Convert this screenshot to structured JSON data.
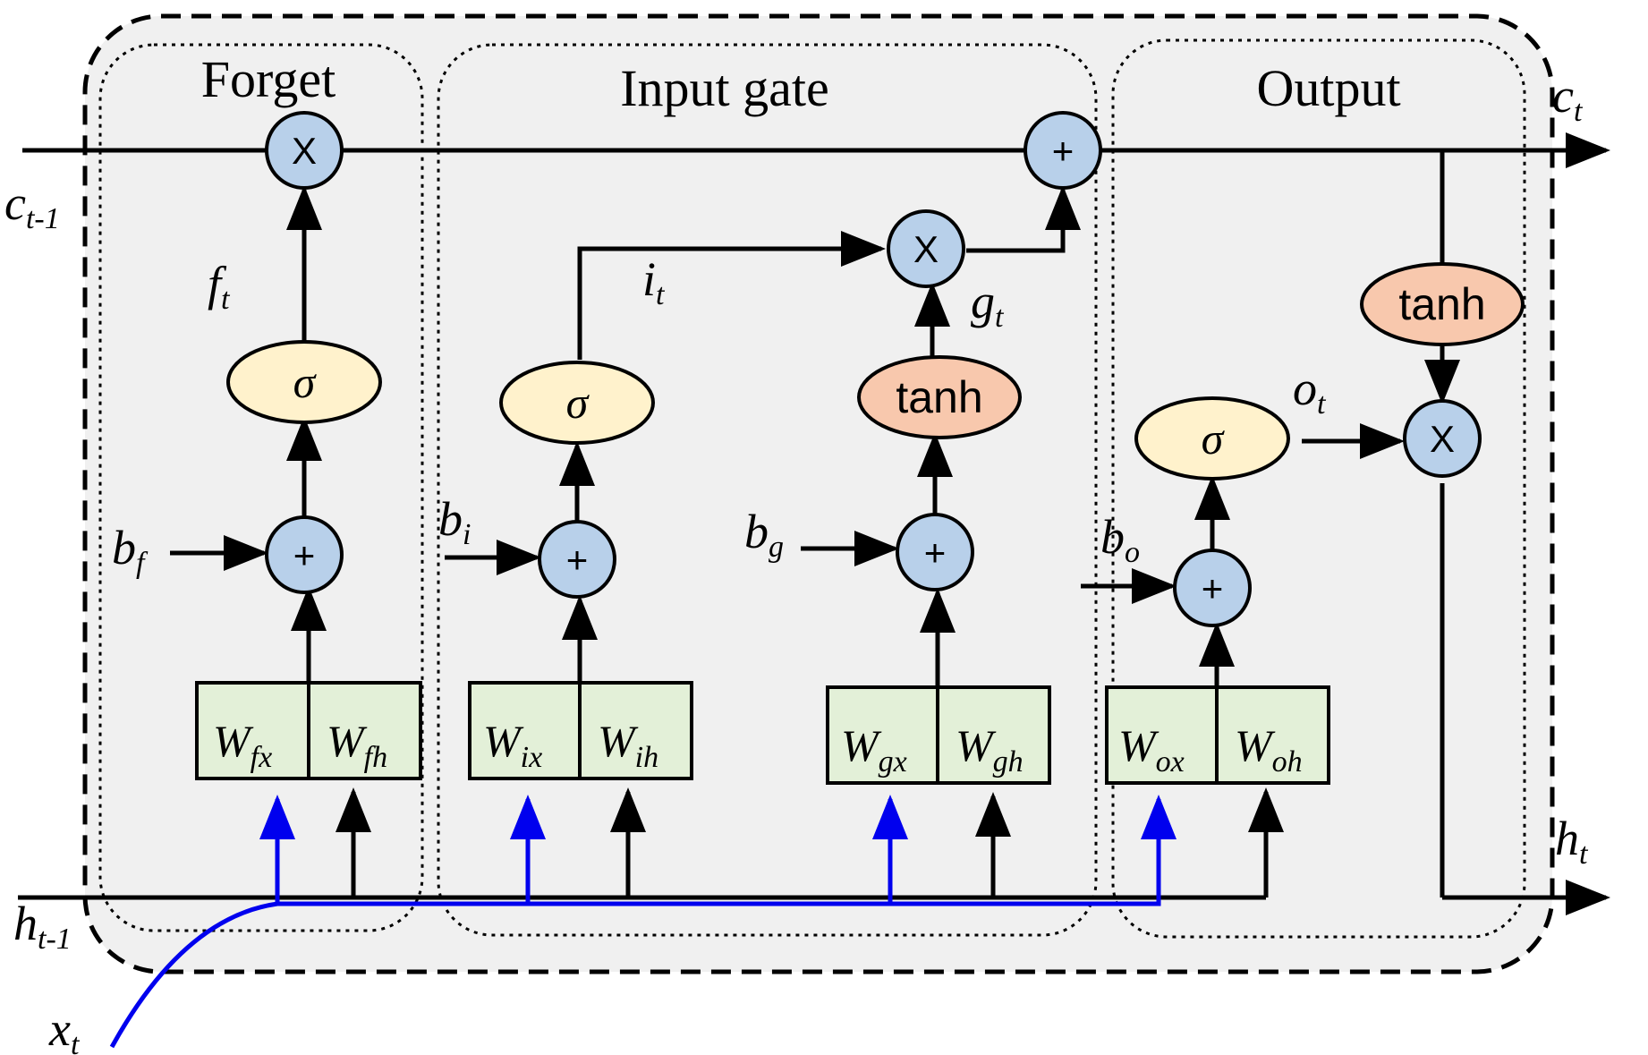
{
  "sections": {
    "forget": "Forget",
    "input": "Input gate",
    "output": "Output"
  },
  "ops": {
    "multiply": "X",
    "add": "+"
  },
  "activations": {
    "sigmoid": "σ",
    "tanh": "tanh"
  },
  "signals": {
    "c_prev": {
      "main": "c",
      "sub": "t-1"
    },
    "c_next": {
      "main": "c",
      "sub": "t"
    },
    "h_prev": {
      "main": "h",
      "sub": "t-1"
    },
    "h_next": {
      "main": "h",
      "sub": "t"
    },
    "x": {
      "main": "x",
      "sub": "t"
    },
    "f": {
      "main": "f",
      "sub": "t"
    },
    "i": {
      "main": "i",
      "sub": "t"
    },
    "g": {
      "main": "g",
      "sub": "t"
    },
    "o": {
      "main": "o",
      "sub": "t"
    }
  },
  "biases": {
    "f": {
      "main": "b",
      "sub": "f"
    },
    "i": {
      "main": "b",
      "sub": "i"
    },
    "g": {
      "main": "b",
      "sub": "g"
    },
    "o": {
      "main": "b",
      "sub": "o"
    }
  },
  "weights": {
    "fx": {
      "main": "W",
      "sub": "fx"
    },
    "fh": {
      "main": "W",
      "sub": "fh"
    },
    "ix": {
      "main": "W",
      "sub": "ix"
    },
    "ih": {
      "main": "W",
      "sub": "ih"
    },
    "gx": {
      "main": "W",
      "sub": "gx"
    },
    "gh": {
      "main": "W",
      "sub": "gh"
    },
    "ox": {
      "main": "W",
      "sub": "ox"
    },
    "oh": {
      "main": "W",
      "sub": "oh"
    }
  },
  "colors": {
    "operator_fill": "#b8d0ea",
    "sigmoid_fill": "#fff2cc",
    "tanh_fill": "#f8c8ad",
    "weight_fill": "#e3f0d8",
    "input_wire": "#0000ee",
    "panel_fill": "#f0f0f0"
  }
}
